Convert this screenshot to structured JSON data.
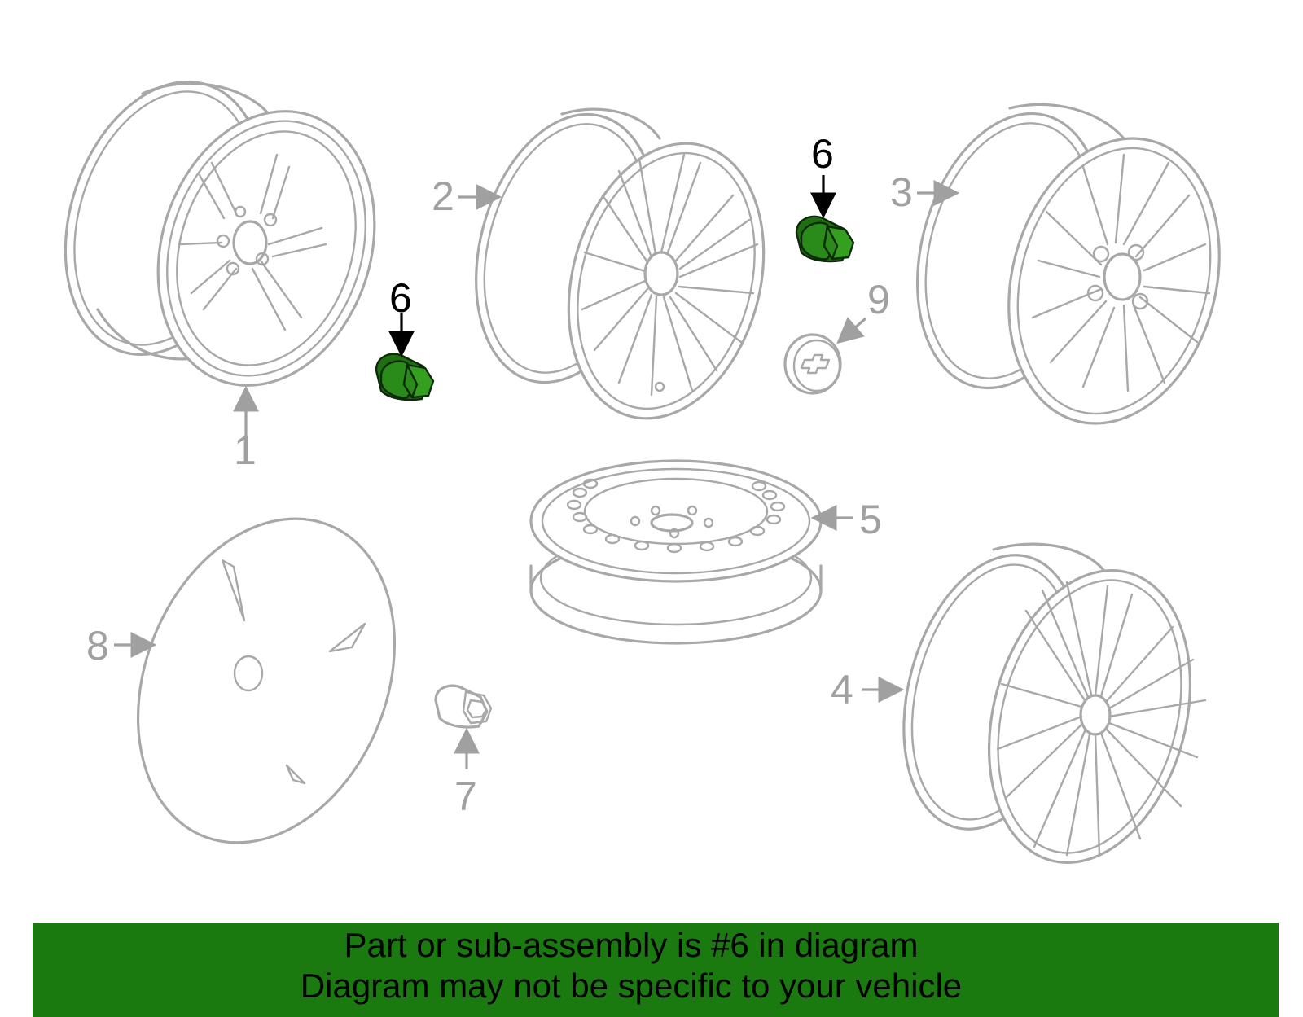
{
  "callouts": [
    {
      "id": "1",
      "label": "1"
    },
    {
      "id": "2",
      "label": "2"
    },
    {
      "id": "3",
      "label": "3"
    },
    {
      "id": "4",
      "label": "4"
    },
    {
      "id": "5",
      "label": "5"
    },
    {
      "id": "6a",
      "label": "6"
    },
    {
      "id": "6b",
      "label": "6"
    },
    {
      "id": "7",
      "label": "7"
    },
    {
      "id": "8",
      "label": "8"
    },
    {
      "id": "9",
      "label": "9"
    }
  ],
  "highlight": {
    "part_number": "6",
    "color": "#2a8a1a"
  },
  "banner": {
    "line1": "Part or sub-assembly is #6 in diagram",
    "line2": "Diagram may not be specific to your vehicle",
    "color": "#1a7a10"
  }
}
